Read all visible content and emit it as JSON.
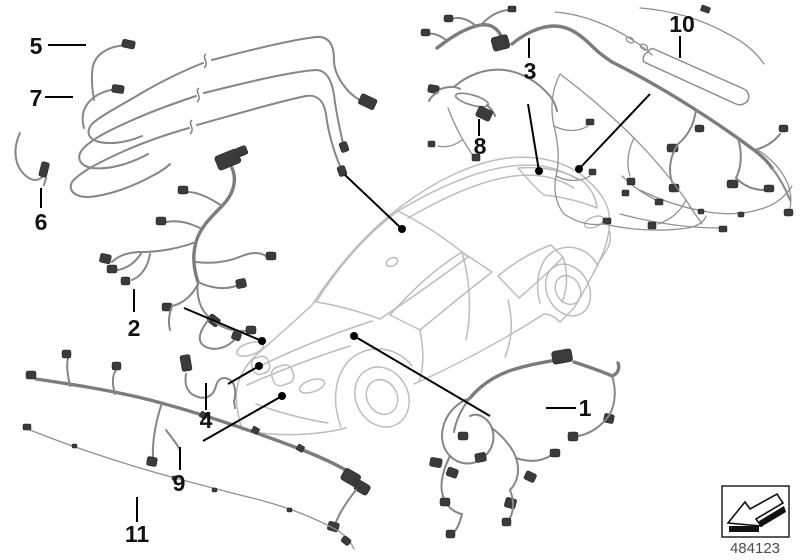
{
  "diagram": {
    "kind": "vehicle-wiring-harness-parts-diagram",
    "callouts": [
      {
        "id": "c1",
        "label": "1"
      },
      {
        "id": "c2",
        "label": "2"
      },
      {
        "id": "c3",
        "label": "3"
      },
      {
        "id": "c4",
        "label": "4"
      },
      {
        "id": "c5",
        "label": "5"
      },
      {
        "id": "c6",
        "label": "6"
      },
      {
        "id": "c7",
        "label": "7"
      },
      {
        "id": "c8",
        "label": "8"
      },
      {
        "id": "c9",
        "label": "9"
      },
      {
        "id": "c10",
        "label": "10"
      },
      {
        "id": "c11",
        "label": "11"
      }
    ],
    "part_number": "484123",
    "icons": {
      "direction_arrow": "direction-arrow-icon",
      "cable_break": "cable-break-icon",
      "location_dot": "location-dot"
    },
    "colors": {
      "background": "#ffffff",
      "wire": "#868686",
      "connector": "#3b3b3b",
      "car_outline": "#bcbcbc",
      "leader": "#000000",
      "part_number_text": "#4d4d4d"
    }
  }
}
